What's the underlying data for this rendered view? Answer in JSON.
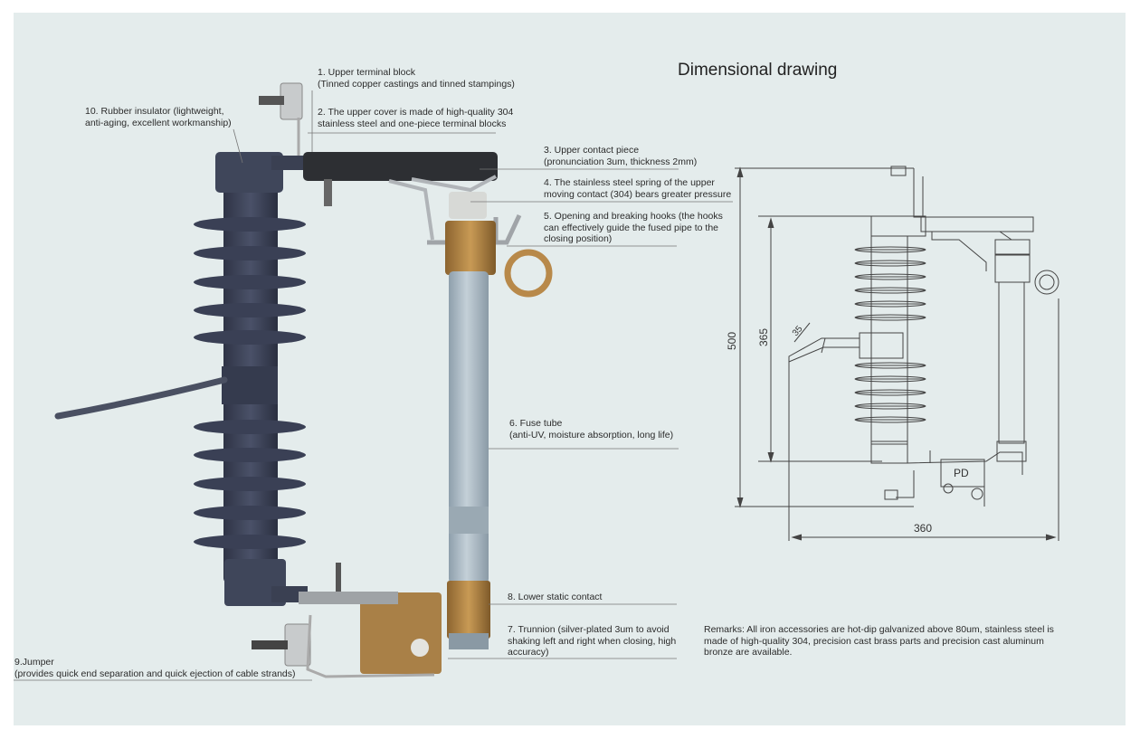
{
  "title": "Dimensional drawing",
  "labels": {
    "l1a": "1. Upper terminal block",
    "l1b": "(Tinned copper castings and tinned stampings)",
    "l2a": "2. The upper cover is made of high-quality 304",
    "l2b": "stainless steel and one-piece terminal blocks",
    "l3a": "3. Upper contact piece",
    "l3b": "(pronunciation 3um, thickness 2mm)",
    "l4a": "4. The stainless steel spring of the upper",
    "l4b": "moving contact (304) bears greater pressure",
    "l5a": "5. Opening and breaking hooks (the hooks",
    "l5b": "can effectively guide the fused pipe to the",
    "l5c": "closing position)",
    "l6a": "6. Fuse tube",
    "l6b": "(anti-UV, moisture absorption, long life)",
    "l7a": "7. Trunnion (silver-plated 3um to avoid",
    "l7b": "shaking left and right when closing, high",
    "l7c": "accuracy)",
    "l8": "8. Lower static contact",
    "l9a": "9.Jumper",
    "l9b": "(provides quick end separation and quick ejection of cable strands)",
    "l10a": "10. Rubber insulator (lightweight,",
    "l10b": "anti-aging, excellent workmanship)"
  },
  "remarks": {
    "line1": "Remarks: All iron accessories are hot-dip galvanized above 80um, stainless steel is",
    "line2": "made of high-quality 304, precision cast brass parts and precision cast aluminum",
    "line3": "bronze are available."
  },
  "dimensions": {
    "d500": "500",
    "d365": "365",
    "d35": "35",
    "d360": "360",
    "mark": "PD"
  },
  "colors": {
    "background": "#e4ecec",
    "insulator": "#3d4356",
    "fuse_tube": "#a9b8c4",
    "brass": "#a87a3a",
    "steel": "#9aa0a6",
    "line": "#555555"
  }
}
